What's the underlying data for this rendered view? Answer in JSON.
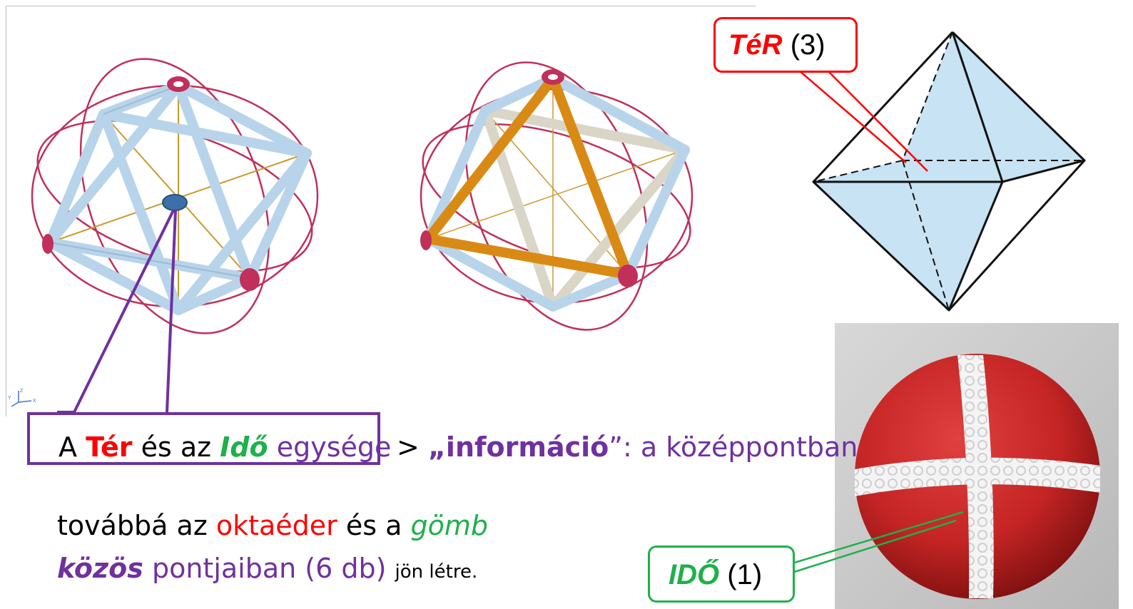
{
  "slide": {
    "axes_triad": {
      "y": "Y",
      "z": "Z",
      "x": "X"
    },
    "callout_space": {
      "main": "TéR",
      "count": "(3)"
    },
    "callout_time": {
      "main": "IDŐ",
      "count": "(1)"
    },
    "unity_line": {
      "a": "A",
      "ter": "Tér",
      "es_az": "és az",
      "ido": "Idő",
      "egysege": "egysége",
      "gt": ">",
      "info": "„információ",
      "rest": "”: a középpontban"
    },
    "line2": {
      "tovabba": "továbbá az",
      "oktaeder": "oktaéder",
      "es_a": "és a",
      "gomb": "gömb"
    },
    "line3": {
      "kozos": "közös",
      "pontjaiban": "pontjaiban (6 db)",
      "jon": "jön létre."
    }
  },
  "colors": {
    "red": "#ff0000",
    "green": "#1fb04a",
    "purple": "#7030a0",
    "tube_blue": "#b8d4ea",
    "tube_orange": "#d98a14",
    "tube_grey": "#d9d6c8",
    "orbit": "#c0305a",
    "octa_fill": "#c7e3f4",
    "ball_red": "#cc2a2a"
  },
  "icons": [
    "axes-triad-icon"
  ]
}
